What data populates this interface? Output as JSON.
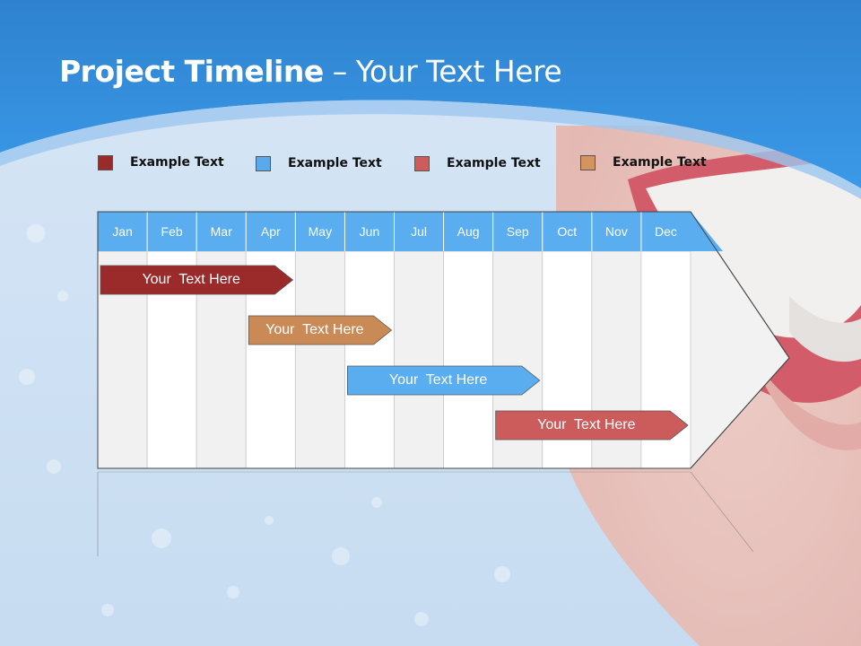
{
  "slide": {
    "title_bold": "Project Timeline",
    "title_rest": " – Your Text Here"
  },
  "legend": [
    {
      "label": "Example Text",
      "color": "#9b2a2a"
    },
    {
      "label": "Example Text",
      "color": "#5aa9ea"
    },
    {
      "label": "Example Text",
      "color": "#d05b5b"
    },
    {
      "label": "Example Text",
      "color": "#d49460"
    }
  ],
  "timeline": {
    "months": [
      "Jan",
      "Feb",
      "Mar",
      "Apr",
      "May",
      "Jun",
      "Jul",
      "Aug",
      "Sep",
      "Oct",
      "Nov",
      "Dec"
    ],
    "header_color": "#5aaef0",
    "tasks": [
      {
        "label": "Your  Text Here",
        "start_month": "Jan",
        "end_month": "Apr",
        "color": "#9b2a2a"
      },
      {
        "label": "Your  Text Here",
        "start_month": "Apr",
        "end_month": "Jun",
        "color": "#c98a56"
      },
      {
        "label": "Your  Text Here",
        "start_month": "Jun",
        "end_month": "Sep",
        "color": "#5aaef0"
      },
      {
        "label": "Your  Text Here",
        "start_month": "Sep",
        "end_month": "Dec",
        "color": "#cc5c5c"
      }
    ]
  }
}
